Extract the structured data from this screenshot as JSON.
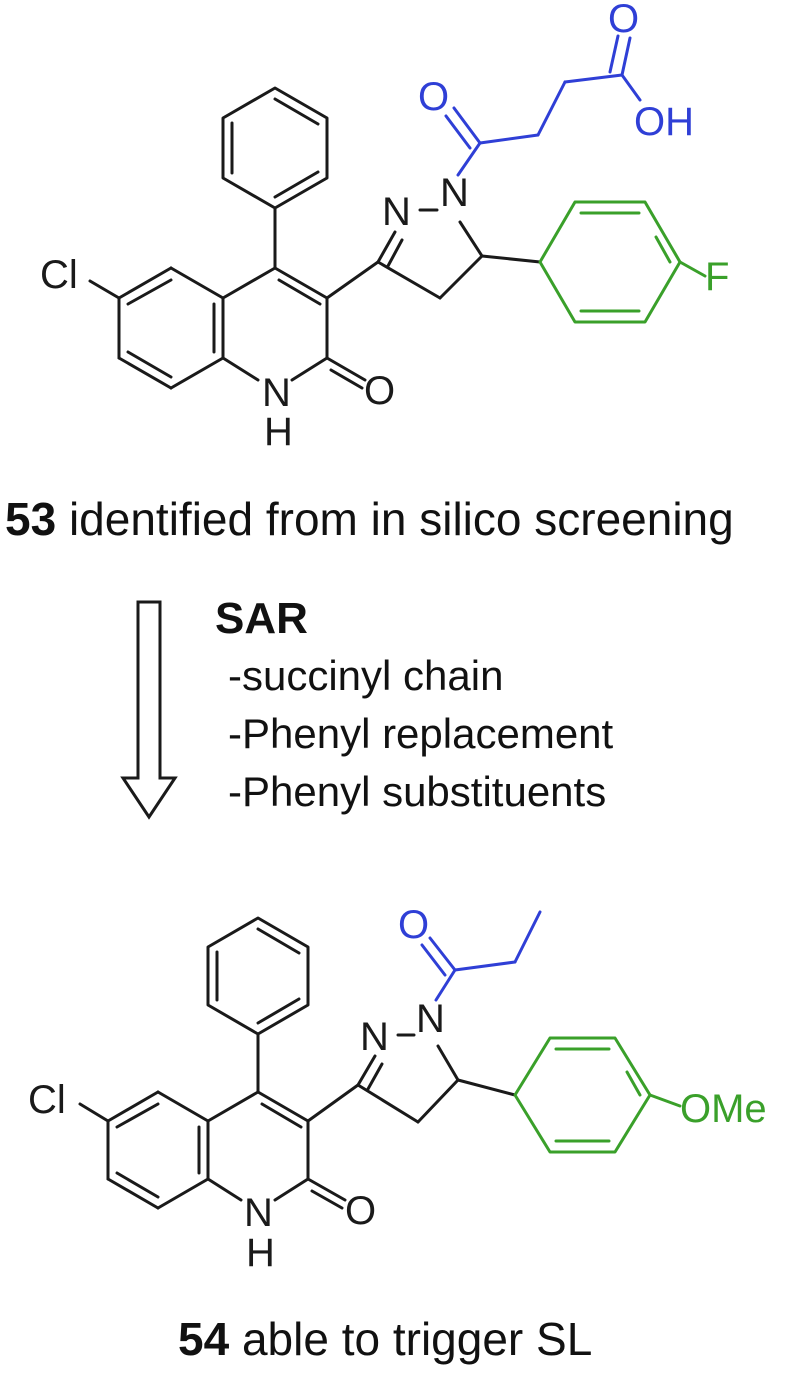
{
  "colors": {
    "bond": "#1a1a1a",
    "acyl_highlight": "#2f3fd6",
    "aryl_highlight": "#3aa02a"
  },
  "compound_53": {
    "number": "53",
    "caption_text": " identified from in silico screening",
    "atoms": {
      "cl": "Cl",
      "n1": "N",
      "n2": "N",
      "nh_n": "N",
      "nh_h": "H",
      "lactam_o": "O",
      "ketone_o": "O",
      "acid_o": "O",
      "acid_oh": "OH",
      "fluoro": "F"
    }
  },
  "sar": {
    "title": "SAR",
    "items": [
      "-succinyl chain",
      "-Phenyl replacement",
      "-Phenyl substituents"
    ]
  },
  "compound_54": {
    "number": "54",
    "caption_text": " able to trigger SL",
    "atoms": {
      "cl": "Cl",
      "n1": "N",
      "n2": "N",
      "nh_n": "N",
      "nh_h": "H",
      "lactam_o": "O",
      "ketone_o": "O",
      "methoxy": "OMe"
    }
  }
}
